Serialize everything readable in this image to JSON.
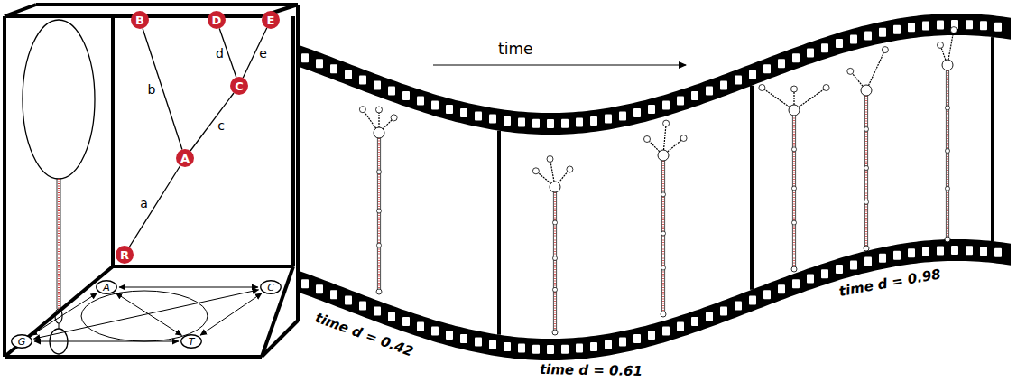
{
  "diagram": {
    "nodes": [
      {
        "text": [
          "B"
        ]
      },
      {
        "text": [
          "D"
        ]
      },
      {
        "text": [
          "E"
        ]
      },
      {
        "text": [
          "C"
        ]
      },
      {
        "text": [
          "A"
        ]
      },
      {
        "text": [
          "R"
        ]
      },
      {
        "text": [
          "A"
        ]
      },
      {
        "text": [
          "C"
        ]
      },
      {
        "text": [
          "G"
        ]
      },
      {
        "text": [
          "T"
        ]
      }
    ],
    "edges": [
      {
        "from": 5,
        "to": 4,
        "label": "a",
        "arrow": "none"
      },
      {
        "from": 4,
        "to": 0,
        "label": "b",
        "arrow": "none"
      },
      {
        "from": 4,
        "to": 3,
        "label": "c",
        "arrow": "none"
      },
      {
        "from": 3,
        "to": 1,
        "label": "d",
        "arrow": "none"
      },
      {
        "from": 3,
        "to": 2,
        "label": "e",
        "arrow": "none"
      },
      {
        "from": 6,
        "to": 7,
        "arrow": "both"
      },
      {
        "from": 7,
        "to": 9,
        "arrow": "both"
      },
      {
        "from": 9,
        "to": 8,
        "arrow": "both"
      },
      {
        "from": 8,
        "to": 6,
        "arrow": "both"
      },
      {
        "from": 6,
        "to": 9,
        "arrow": "both"
      },
      {
        "from": 7,
        "to": 8,
        "arrow": "both"
      }
    ],
    "labels": [
      "time",
      "time d = 0.42",
      "time d = 0.61",
      "time d = 0.98"
    ]
  }
}
